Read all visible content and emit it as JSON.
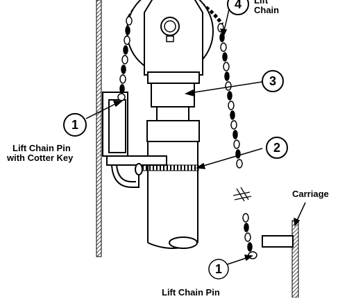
{
  "callouts": [
    {
      "num": "4"
    },
    {
      "num": "3"
    },
    {
      "num": "1"
    },
    {
      "num": "2"
    },
    {
      "num": "1"
    }
  ],
  "labels": {
    "lift_chain_line1": "Lift",
    "lift_chain_line2": "Chain",
    "pin_cotter_line1": "Lift Chain Pin",
    "pin_cotter_line2": "with Cotter Key",
    "carriage": "Carriage",
    "pin_bottom": "Lift Chain Pin"
  }
}
